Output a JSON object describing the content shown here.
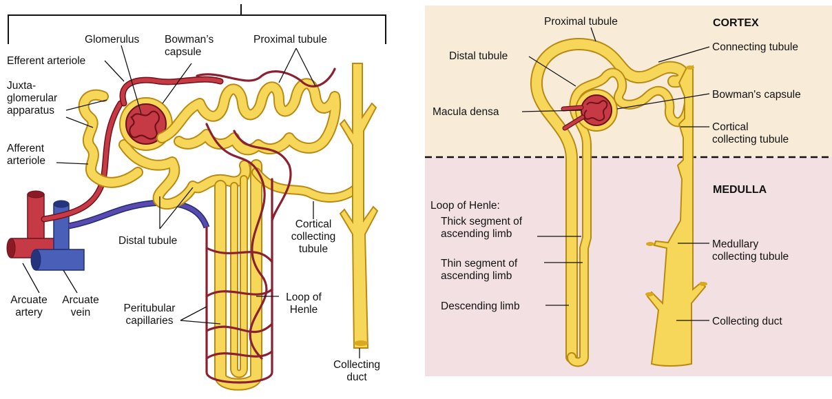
{
  "left_panel": {
    "labels": {
      "glomerulus": "Glomerulus",
      "bowmans_capsule": "Bowman’s\ncapsule",
      "proximal_tubule": "Proximal tubule",
      "efferent_arteriole": "Efferent arteriole",
      "juxtaglomerular_apparatus": "Juxta-\nglomerular\napparatus",
      "afferent_arteriole": "Afferent\narteriole",
      "distal_tubule": "Distal tubule",
      "cortical_collecting_tubule": "Cortical\ncollecting\ntubule",
      "arcuate_artery": "Arcuate\nartery",
      "arcuate_vein": "Arcuate\nvein",
      "peritubular_capillaries": "Peritubular\ncapillaries",
      "loop_of_henle": "Loop of\nHenle",
      "collecting_duct": "Collecting\nduct"
    }
  },
  "right_panel": {
    "zones": {
      "cortex": "CORTEX",
      "medulla": "MEDULLA"
    },
    "labels": {
      "proximal_tubule": "Proximal tubule",
      "distal_tubule": "Distal tubule",
      "connecting_tubule": "Connecting tubule",
      "bowmans_capsule": "Bowman's capsule",
      "macula_densa": "Macula densa",
      "cortical_collecting_tubule": "Cortical\ncollecting tubule",
      "loop_of_henle": "Loop of Henle:",
      "thick_segment": "Thick segment of\nascending limb",
      "thin_segment": "Thin segment of\nascending limb",
      "descending_limb": "Descending limb",
      "medullary_collecting_tubule": "Medullary\ncollecting tubule",
      "collecting_duct": "Collecting duct"
    }
  },
  "colors": {
    "tubule": "#f7d75a",
    "tubule_outline": "#b88a12",
    "artery": "#c63a46",
    "vein": "#4a5fb8",
    "cortex_bg": "#f8ebd8",
    "medulla_bg": "#f3e0e3"
  }
}
